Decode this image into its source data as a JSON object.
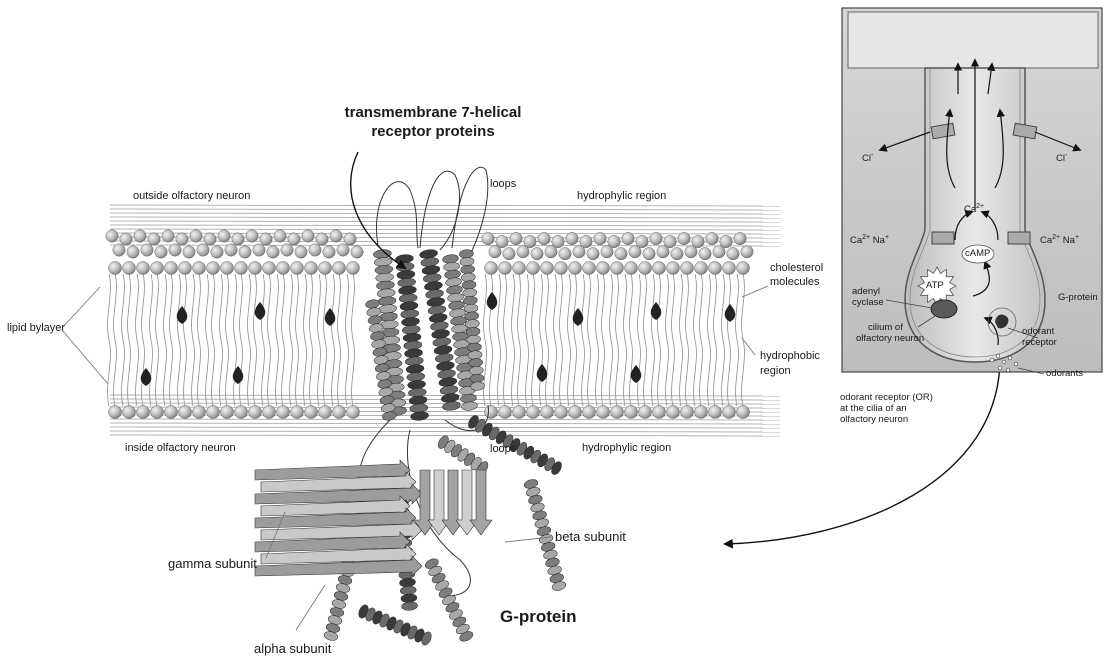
{
  "main_figure": {
    "title_line1": "transmembrane 7-helical",
    "title_line2": "receptor proteins",
    "outside": "outside olfactory neuron",
    "inside": "inside olfactory neuron",
    "loops_top": "loops",
    "loops_bottom": "loops",
    "hydrophylic_top": "hydrophylic region",
    "hydrophylic_bottom": "hydrophylic region",
    "cholesterol_line1": "cholesterol",
    "cholesterol_line2": "molecules",
    "hydrophobic_line1": "hydrophobic",
    "hydrophobic_line2": "region",
    "lipid_bylayer": "lipid bylayer",
    "gamma": "gamma subunit",
    "alpha": "alpha subunit",
    "beta": "beta subunit",
    "gprotein": "G-protein"
  },
  "inset": {
    "cl_left": "Cl",
    "cl_right": "Cl",
    "minus": "-",
    "ca": "Ca",
    "na": "Na",
    "sup_2plus": "2+",
    "sup_plus": "+",
    "camp": "cAMP",
    "atp": "ATP",
    "adenyl_line1": "adenyl",
    "adenyl_line2": "cyclase",
    "gprotein": "G-protein",
    "cilium_line1": "cilium of",
    "cilium_line2": "olfactory neuron",
    "odorant_receptor_line1": "odorant",
    "odorant_receptor_line2": "receptor",
    "odorants": "odorants"
  },
  "caption": {
    "line1": "odorant receptor (OR)",
    "line2": "at the cilia of an",
    "line3": "olfactory neuron"
  },
  "colors": {
    "inset_background": "#c8c8c8",
    "membrane_head": "#b4b4b4",
    "helix_dark": "#3a3a3a",
    "helix_light": "#a8a8a8",
    "text": "#1a1a1a"
  }
}
